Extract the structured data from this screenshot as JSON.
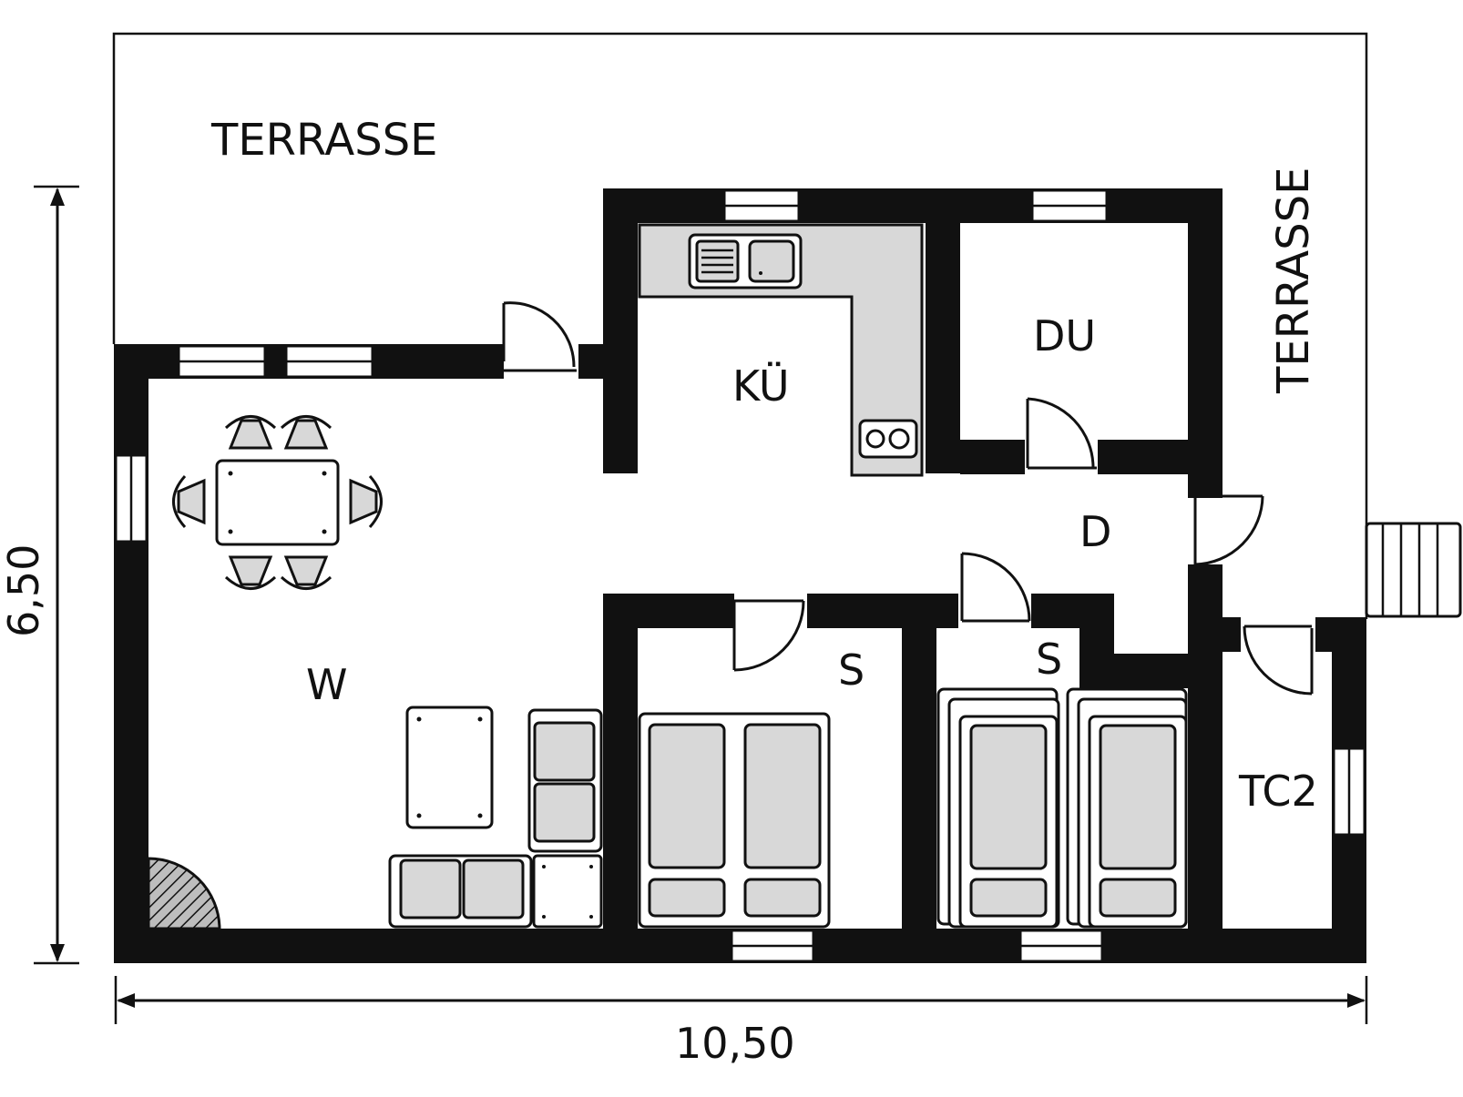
{
  "plan": {
    "rooms": {
      "terrace_top": "TERRASSE",
      "terrace_right": "TERRASSE",
      "kitchen": "KÜ",
      "shower": "DU",
      "hall": "D",
      "living": "W",
      "bedroom_1": "S",
      "bedroom_2": "S",
      "toilet": "TC2"
    },
    "dimensions": {
      "height": "6,50",
      "width": "10,50"
    }
  }
}
